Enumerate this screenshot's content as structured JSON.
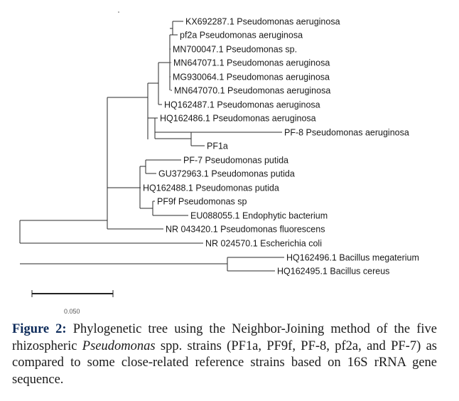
{
  "tree": {
    "leaves": [
      "KX692287.1 Pseudomonas aeruginosa",
      "pf2a Pseudomonas aeruginosa",
      "MN700047.1 Pseudomonas sp.",
      "MN647071.1 Pseudomonas aeruginosa",
      "MG930064.1 Pseudomonas aeruginosa",
      "MN647070.1 Pseudomonas aeruginosa",
      "HQ162487.1 Pseudomonas aeruginosa",
      "HQ162486.1 Pseudomonas aeruginosa",
      "PF-8 Pseudomonas aeruginosa",
      "PF1a",
      "PF-7 Pseudomonas putida",
      "GU372963.1 Pseudomonas putida",
      "HQ162488.1 Pseudomonas putida",
      "PF9f Pseudomonas sp",
      "EU088055.1 Endophytic bacterium",
      "NR 043420.1 Pseudomonas fluorescens",
      "NR 024570.1 Escherichia coli",
      "HQ162496.1 Bacillus megaterium",
      "HQ162495.1 Bacillus cereus"
    ],
    "scale_label": "0.050"
  },
  "caption": {
    "label": "Figure 2:",
    "text_1": " Phylogenetic tree using the Neighbor-Joining method of the five rhizospheric ",
    "italic": "Pseudomonas",
    "text_2": " spp. strains (PF1a, PF9f, PF-8, pf2a, and PF-7) as compared to some close-related reference strains based on 16S rRNA gene sequence."
  }
}
